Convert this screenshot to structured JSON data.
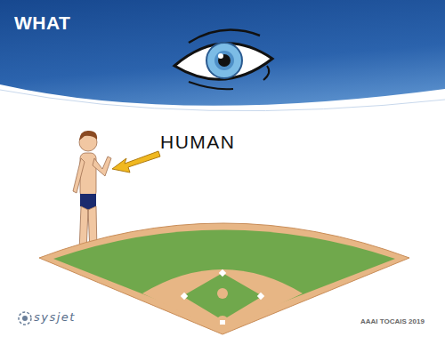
{
  "diagram": {
    "title": "WHAT",
    "labels": [
      "HUMAN",
      "sysjet",
      "AAAI TOCAIS 2019"
    ]
  }
}
